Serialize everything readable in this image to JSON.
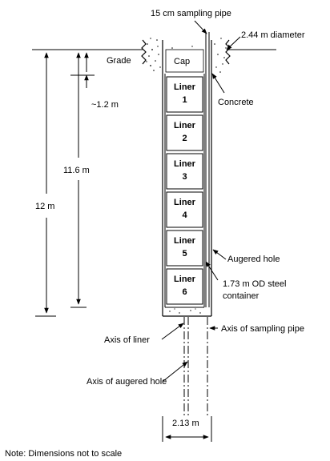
{
  "labels": {
    "sampling_pipe": "15 cm sampling pipe",
    "diameter": "2.44 m diameter",
    "grade": "Grade",
    "cap": "Cap",
    "concrete": "Concrete",
    "dim_1_2": "~1.2 m",
    "dim_11_6": "11.6 m",
    "dim_12": "12 m",
    "augered_hole": "Augered hole",
    "steel_line1": "1.73 m OD steel",
    "steel_line2": "container",
    "axis_liner": "Axis of liner",
    "axis_pipe": "Axis of sampling pipe",
    "axis_augered": "Axis of augered hole",
    "dim_2_13": "2.13 m",
    "note": "Note:  Dimensions not to scale"
  },
  "liners": [
    {
      "word": "Liner",
      "num": "1"
    },
    {
      "word": "Liner",
      "num": "2"
    },
    {
      "word": "Liner",
      "num": "3"
    },
    {
      "word": "Liner",
      "num": "4"
    },
    {
      "word": "Liner",
      "num": "5"
    },
    {
      "word": "Liner",
      "num": "6"
    }
  ]
}
